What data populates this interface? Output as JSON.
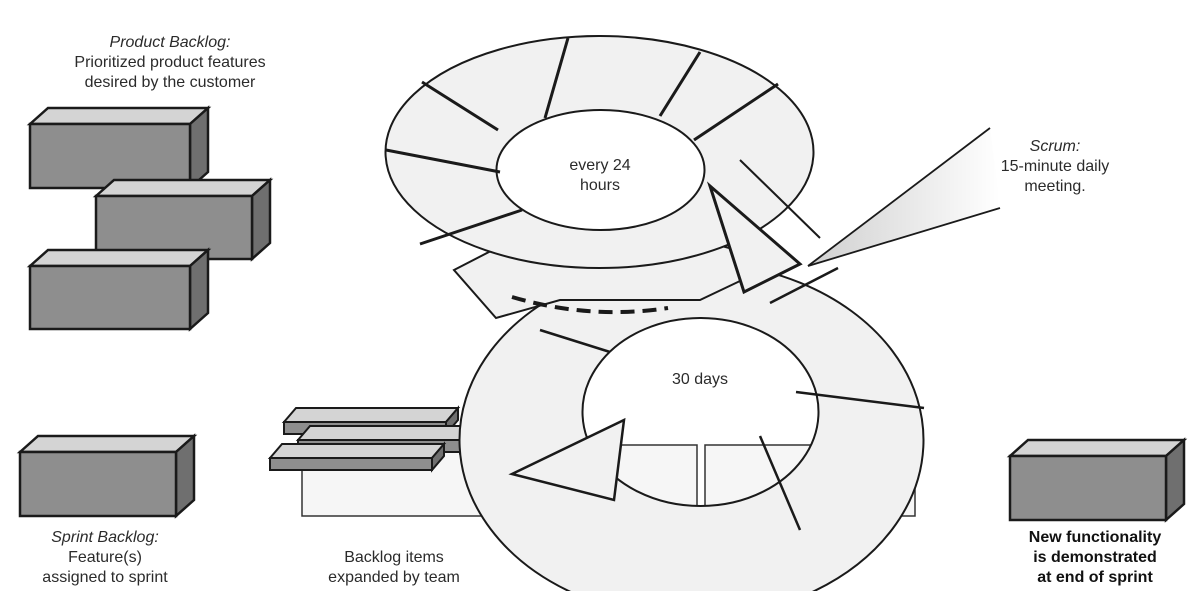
{
  "product_backlog": {
    "title": "Product Backlog:",
    "line1": "Prioritized product features",
    "line2": "desired by the customer"
  },
  "sprint_backlog": {
    "title": "Sprint Backlog:",
    "line1": "Feature(s)",
    "line2": "assigned to sprint"
  },
  "backlog_items": {
    "line1": "Backlog items",
    "line2": "expanded by team"
  },
  "daily_cycle": {
    "line1": "every 24",
    "line2": "hours"
  },
  "sprint_cycle": {
    "label": "30 days"
  },
  "scrum": {
    "title": "Scrum:",
    "line1": "15-minute daily",
    "line2": "meeting."
  },
  "result": {
    "line1": "New functionality",
    "line2": "is demonstrated",
    "line3": "at end of sprint"
  },
  "colors": {
    "box_front": "#8e8e8e",
    "box_top": "#d4d4d4",
    "box_side": "#6f6f6f",
    "arrow_fill": "#f1f1f1",
    "outline": "#1a1a1a"
  }
}
